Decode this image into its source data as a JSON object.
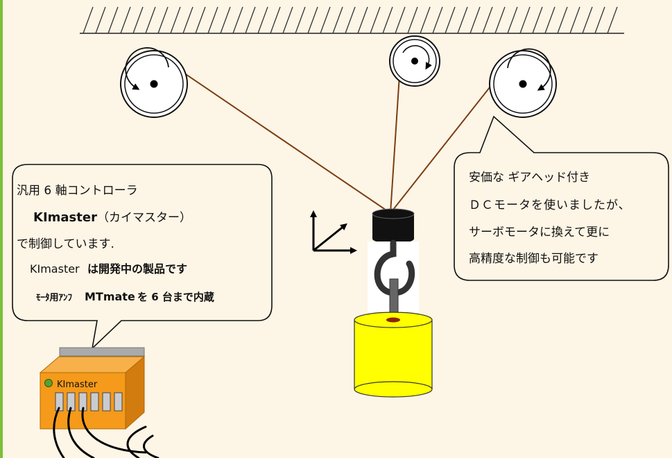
{
  "colors": {
    "background": "#fdf5e6",
    "rope": "#7a3e12",
    "payload": "#ffff00",
    "controller_body": "#f59a1a",
    "accent_bar": "#7cbf3a"
  },
  "left_bubble": {
    "line1": "汎用 6 軸コントローラ",
    "line2_name": "KImaster",
    "line2_reading": "（カイマスター）",
    "line3": "で制御しています.",
    "line4_prefix": "KImaster",
    "line4_rest": "は開発中の製品です",
    "line5_prefix": "ﾓｰﾀ用ｱﾝﾌ",
    "line5_name": "MTmate",
    "line5_rest": "を 6 台まで内蔵"
  },
  "right_bubble": {
    "line1": "安価な ギアヘッド付き",
    "line2": "ＤＣモータを使いましたが、",
    "line3": "サーボモータに換えて更に",
    "line4": "高精度な制御も可能です"
  },
  "controller": {
    "label": "KImaster"
  }
}
